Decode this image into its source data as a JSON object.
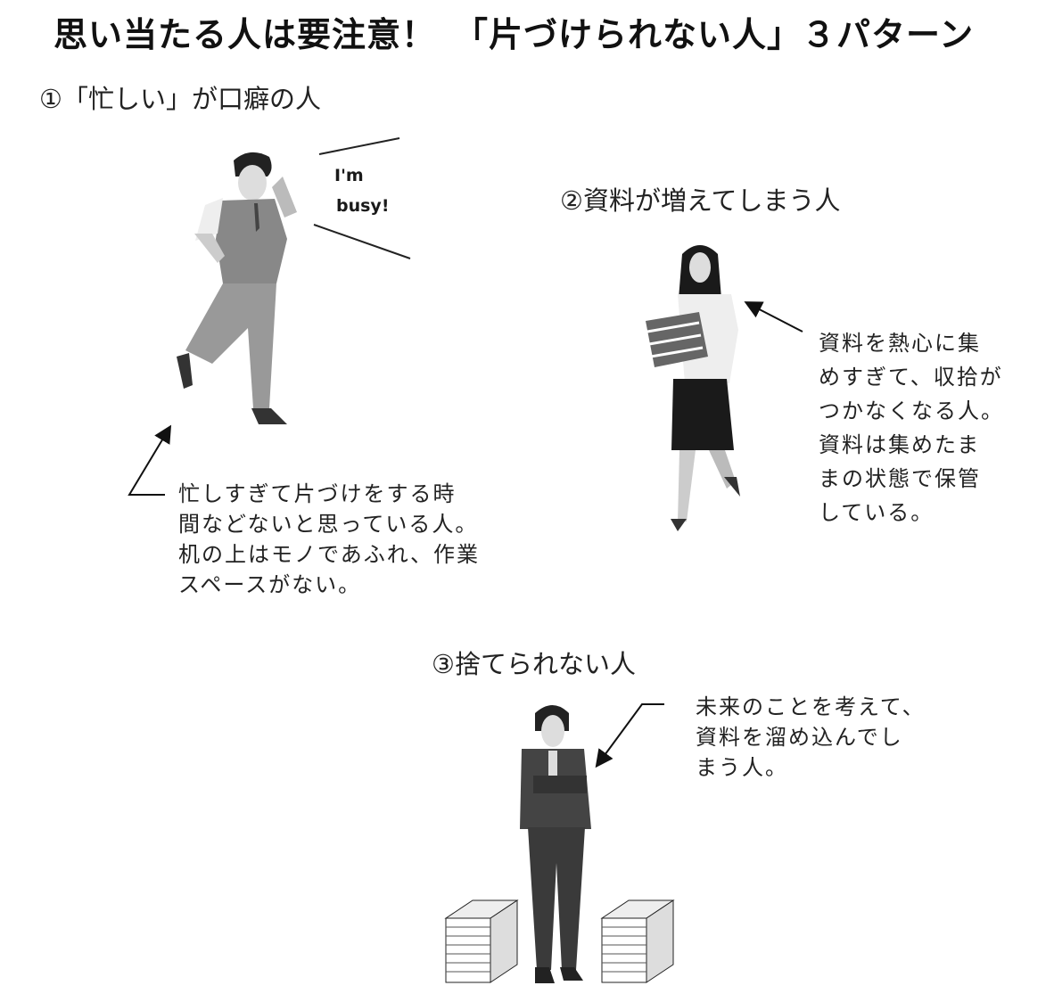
{
  "title": "思い当たる人は要注意！　「片づけられない人」３パターン",
  "patterns": [
    {
      "heading": "①「忙しい」が口癖の人",
      "speech": [
        "I'm",
        "busy!"
      ],
      "caption": [
        "忙しすぎて片づけをする時",
        "間などないと思っている人。",
        "机の上はモノであふれ、作業",
        "スペースがない。"
      ]
    },
    {
      "heading": "②資料が増えてしまう人",
      "caption": [
        "資料を熱心に集",
        "めすぎて、収拾が",
        "つかなくなる人。",
        "資料は集めたま",
        "まの状態で保管",
        "している。"
      ]
    },
    {
      "heading": "③捨てられない人",
      "caption": [
        "未来のことを考えて、",
        "資料を溜め込んでし",
        "まう人。"
      ]
    }
  ]
}
